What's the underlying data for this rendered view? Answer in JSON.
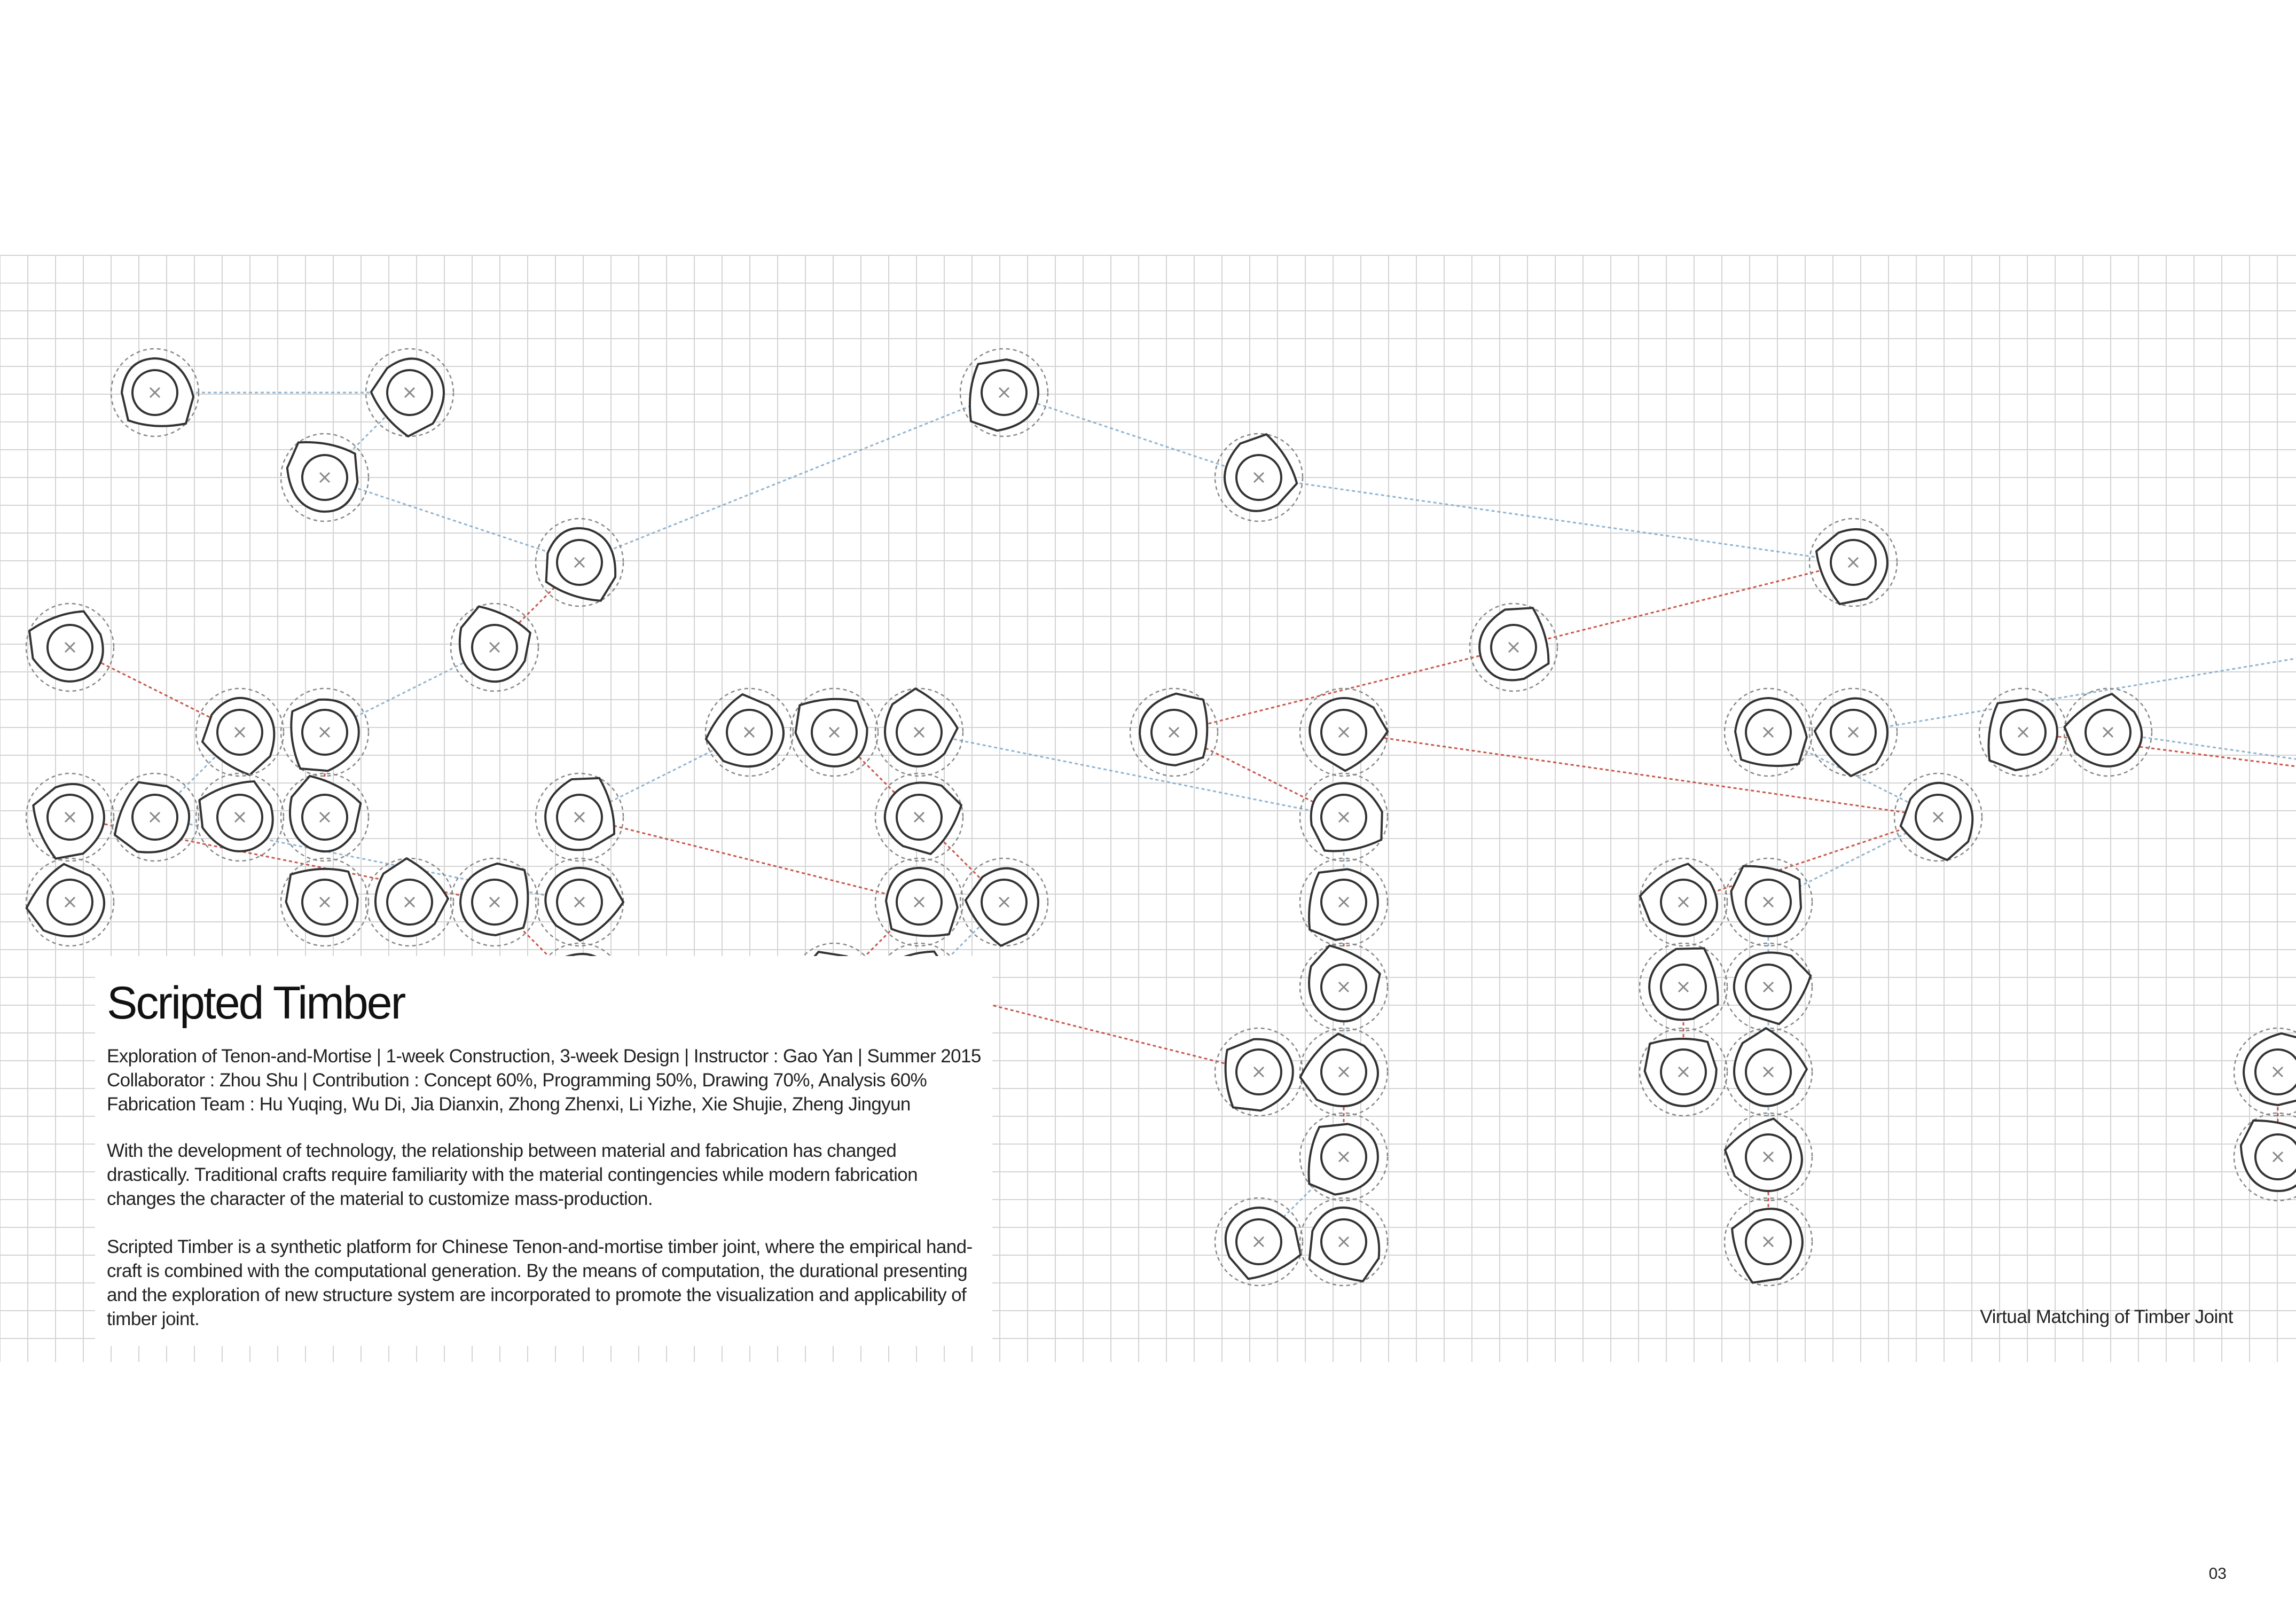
{
  "project": {
    "title": "Scripted Timber",
    "meta_lines": [
      "Exploration of Tenon-and-Mortise | 1-week Construction, 3-week Design  | Instructor : Gao Yan | Summer 2015",
      "Collaborator : Zhou Shu | Contribution : Concept 60%, Programming 50%, Drawing 70%, Analysis 60%",
      "Fabrication Team : Hu Yuqing, Wu Di, Jia Dianxin, Zhong Zhenxi, Li Yizhe, Xie Shujie, Zheng Jingyun"
    ],
    "paragraphs": [
      "With the development of technology, the relationship between material and fabrication has changed drastically. Traditional crafts require familiarity with the material contingencies while modern fabrication changes the character of the material to customize mass-production.",
      "Scripted Timber is a synthetic platform for Chinese Tenon-and-mortise timber joint, where the empirical hand-craft is combined with the computational generation. By the means of computation, the durational presenting and the exploration of new structure system are incorporated to promote the visualization and applicability of timber joint."
    ]
  },
  "caption": "Virtual Matching of Timber Joint",
  "page_number": "03",
  "colors": {
    "grid": "#d4d4d4",
    "joint_outline": "#333333",
    "dashed_ring": "#888888",
    "link_red": "#c0392b",
    "link_blue": "#7fa9c9"
  }
}
